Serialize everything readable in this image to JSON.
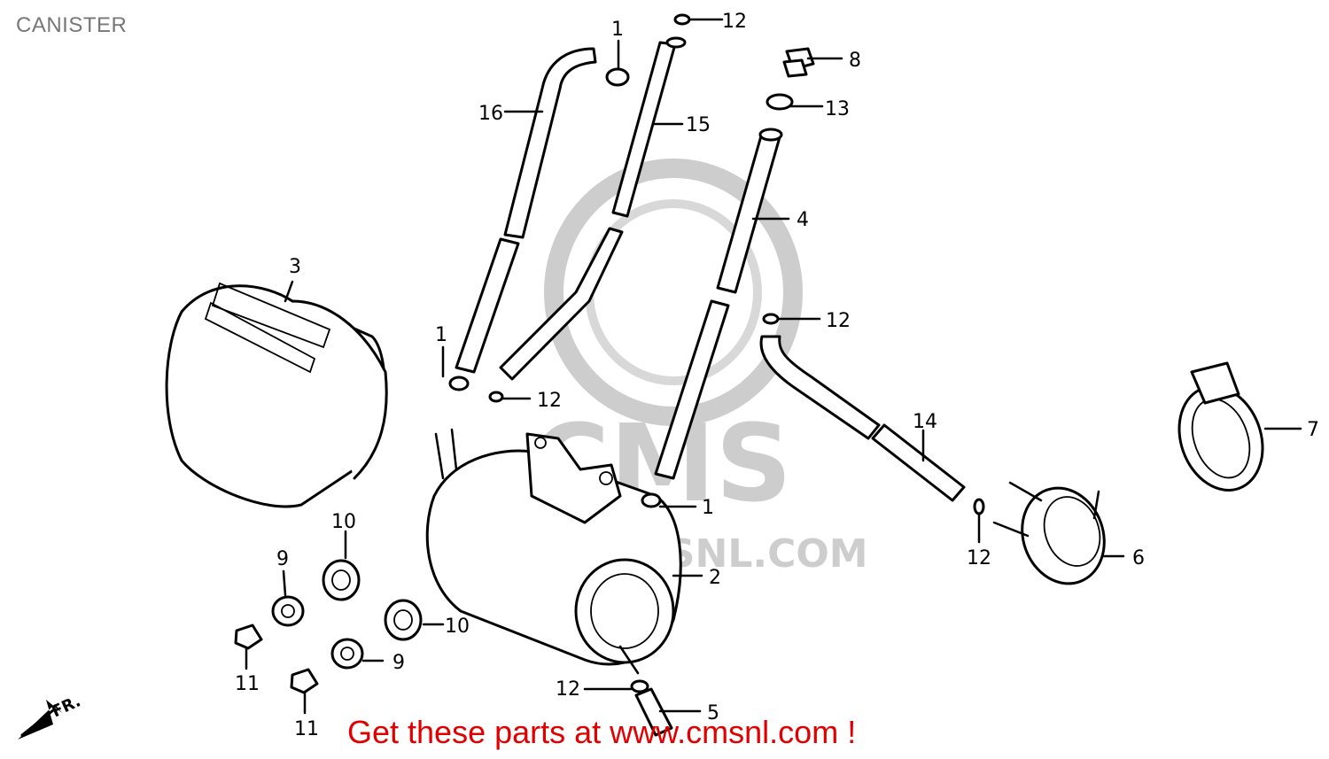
{
  "header": {
    "title": "CANISTER"
  },
  "watermark": {
    "brand": "CMS",
    "url": "WWW.CMSNL.COM",
    "color": "#c8c8c8"
  },
  "direction": {
    "label": "FR."
  },
  "callouts": [
    {
      "id": "c1a",
      "text": "1"
    },
    {
      "id": "c1b",
      "text": "1"
    },
    {
      "id": "c1c",
      "text": "1"
    },
    {
      "id": "c2",
      "text": "2"
    },
    {
      "id": "c3",
      "text": "3"
    },
    {
      "id": "c4",
      "text": "4"
    },
    {
      "id": "c5",
      "text": "5"
    },
    {
      "id": "c6",
      "text": "6"
    },
    {
      "id": "c7",
      "text": "7"
    },
    {
      "id": "c8",
      "text": "8"
    },
    {
      "id": "c9a",
      "text": "9"
    },
    {
      "id": "c9b",
      "text": "9"
    },
    {
      "id": "c10a",
      "text": "10"
    },
    {
      "id": "c10b",
      "text": "10"
    },
    {
      "id": "c11a",
      "text": "11"
    },
    {
      "id": "c11b",
      "text": "11"
    },
    {
      "id": "c12a",
      "text": "12"
    },
    {
      "id": "c12b",
      "text": "12"
    },
    {
      "id": "c12c",
      "text": "12"
    },
    {
      "id": "c12d",
      "text": "12"
    },
    {
      "id": "c12e",
      "text": "12"
    },
    {
      "id": "c13",
      "text": "13"
    },
    {
      "id": "c14",
      "text": "14"
    },
    {
      "id": "c15",
      "text": "15"
    },
    {
      "id": "c16",
      "text": "16"
    }
  ],
  "footer": {
    "cta": "Get these parts at www.cmsnl.com !",
    "cta_color": "#e00000"
  }
}
